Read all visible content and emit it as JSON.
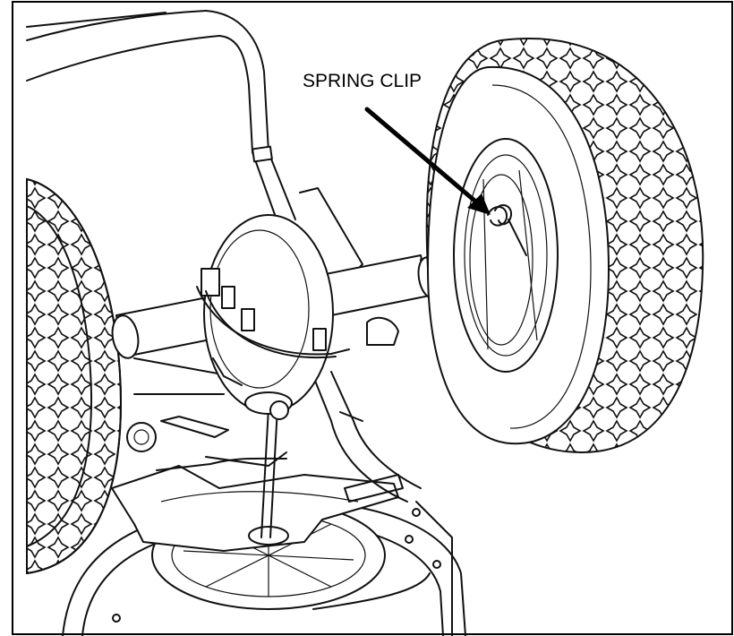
{
  "figure": {
    "callout": {
      "label": "SPRING CLIP"
    },
    "parts": [
      "left-wheel",
      "right-wheel",
      "axle",
      "gearbox",
      "handle-frame",
      "hopper-rim",
      "spring-clip"
    ],
    "colors": {
      "line": "#111111",
      "background": "#ffffff",
      "frame": "#000000"
    }
  }
}
